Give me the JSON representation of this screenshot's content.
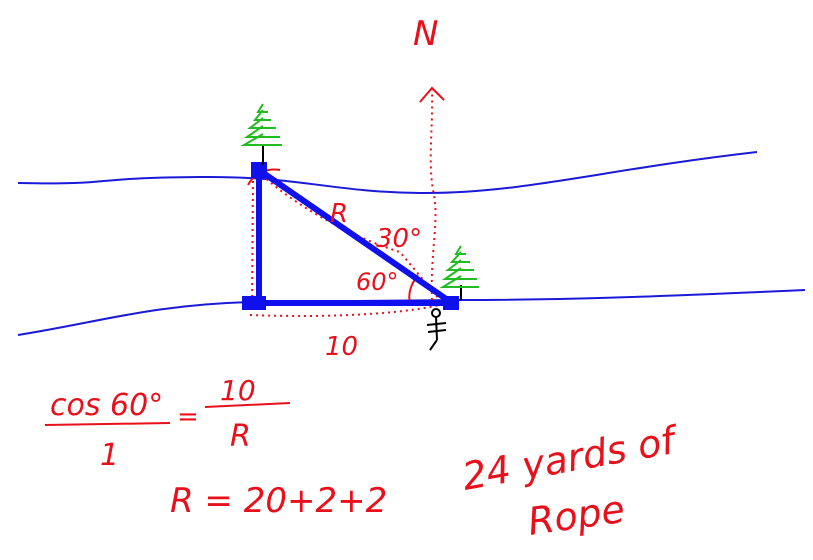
{
  "labels": {
    "north": "N",
    "hypotenuse": "R",
    "angle_top": "30°",
    "angle_bottom": "60°",
    "base": "10"
  },
  "equations": {
    "cos_numerator": "cos 60°",
    "cos_denominator": "1",
    "equals": "=",
    "ratio_numerator": "10",
    "ratio_denominator": "R",
    "r_solution": "R = 20+2+2",
    "answer_line1": "24 yards of",
    "answer_line2": "Rope"
  },
  "colors": {
    "river": "#1a1ad8",
    "triangle": "#1010ee",
    "annotation": "#e8101a",
    "tree": "#22bb22"
  }
}
